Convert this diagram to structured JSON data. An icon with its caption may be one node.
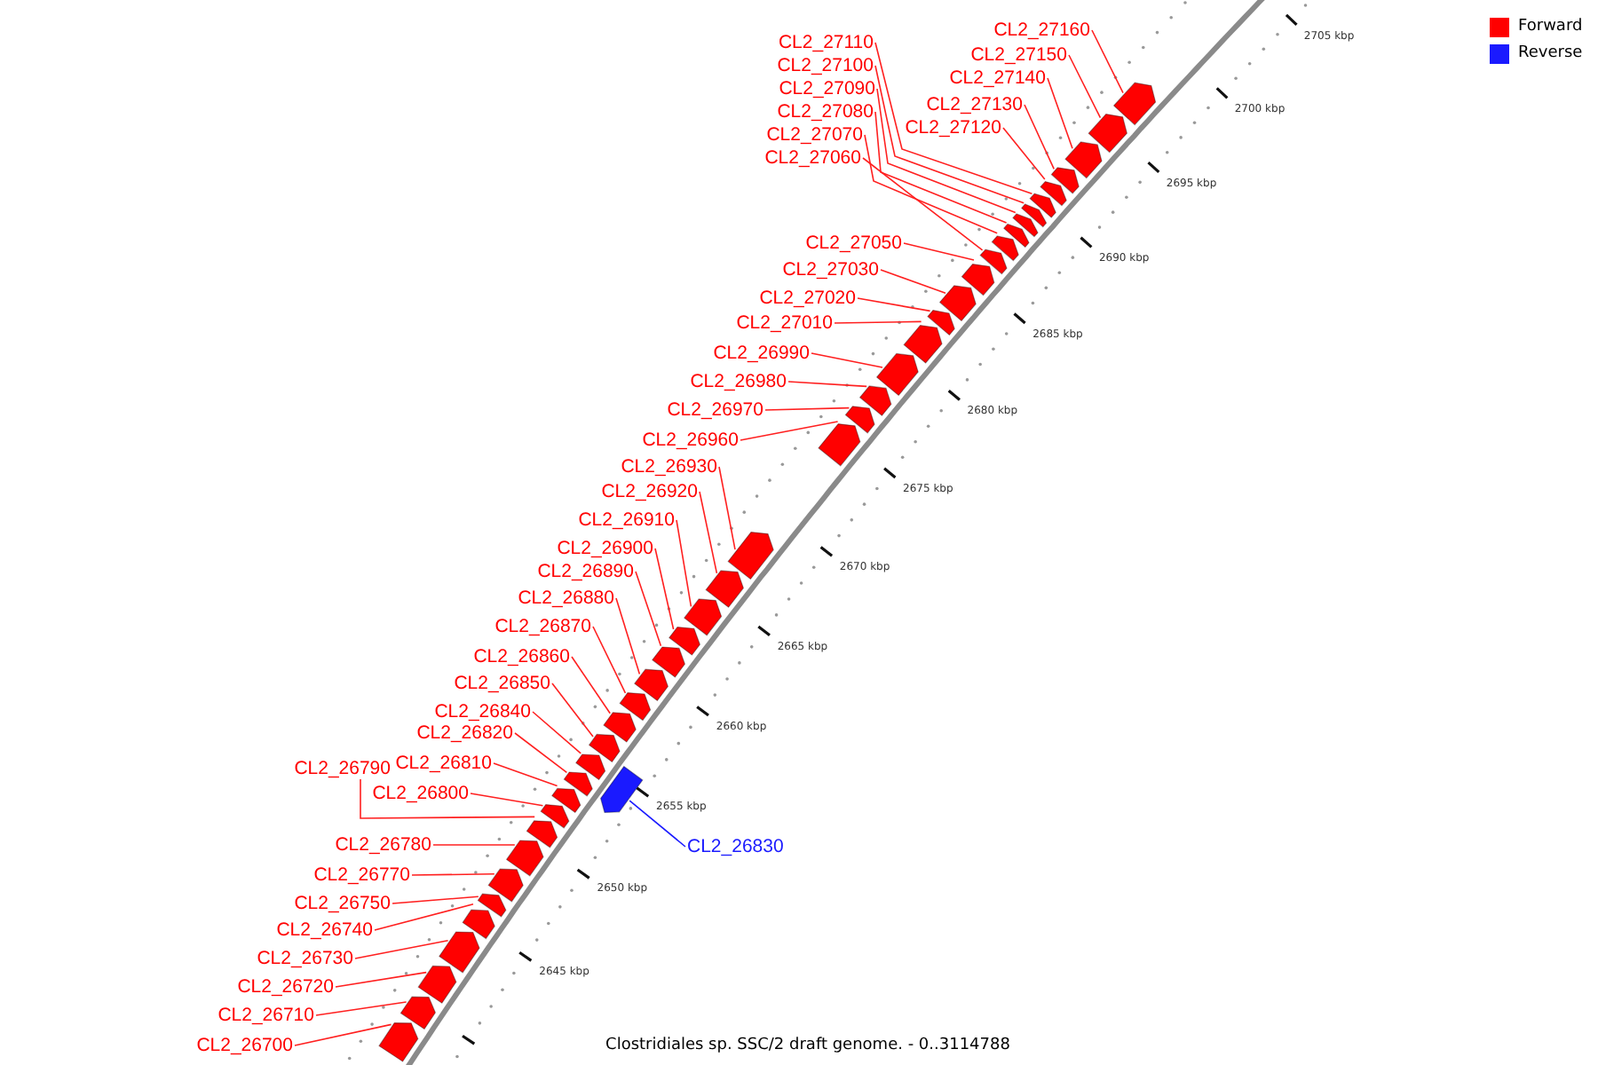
{
  "diagram": {
    "caption": "Clostridiales sp. SSC/2 draft genome. - 0..3114788",
    "nodes": [
      {
        "text": [
          "CL2_27160"
        ]
      },
      {
        "text": [
          "CL2_27110"
        ]
      },
      {
        "text": [
          "CL2_27150"
        ]
      },
      {
        "text": [
          "CL2_27100"
        ]
      },
      {
        "text": [
          "CL2_27140"
        ]
      },
      {
        "text": [
          "CL2_27090"
        ]
      },
      {
        "text": [
          "CL2_27130"
        ]
      },
      {
        "text": [
          "CL2_27080"
        ]
      },
      {
        "text": [
          "CL2_27120"
        ]
      },
      {
        "text": [
          "CL2_27070"
        ]
      },
      {
        "text": [
          "CL2_27060"
        ]
      },
      {
        "text": [
          "CL2_27050"
        ]
      },
      {
        "text": [
          "CL2_27030"
        ]
      },
      {
        "text": [
          "CL2_27020"
        ]
      },
      {
        "text": [
          "CL2_27010"
        ]
      },
      {
        "text": [
          "CL2_26990"
        ]
      },
      {
        "text": [
          "CL2_26980"
        ]
      },
      {
        "text": [
          "CL2_26970"
        ]
      },
      {
        "text": [
          "CL2_26960"
        ]
      },
      {
        "text": [
          "CL2_26930"
        ]
      },
      {
        "text": [
          "CL2_26920"
        ]
      },
      {
        "text": [
          "CL2_26910"
        ]
      },
      {
        "text": [
          "CL2_26900"
        ]
      },
      {
        "text": [
          "CL2_26890"
        ]
      },
      {
        "text": [
          "CL2_26880"
        ]
      },
      {
        "text": [
          "CL2_26870"
        ]
      },
      {
        "text": [
          "CL2_26860"
        ]
      },
      {
        "text": [
          "CL2_26850"
        ]
      },
      {
        "text": [
          "CL2_26840"
        ]
      },
      {
        "text": [
          "CL2_26820"
        ]
      },
      {
        "text": [
          "CL2_26790"
        ]
      },
      {
        "text": [
          "CL2_26810"
        ]
      },
      {
        "text": [
          "CL2_26800"
        ]
      },
      {
        "text": [
          "CL2_26830"
        ]
      },
      {
        "text": [
          "CL2_26780"
        ]
      },
      {
        "text": [
          "CL2_26770"
        ]
      },
      {
        "text": [
          "CL2_26750"
        ]
      },
      {
        "text": [
          "CL2_26740"
        ]
      },
      {
        "text": [
          "CL2_26730"
        ]
      },
      {
        "text": [
          "CL2_26720"
        ]
      },
      {
        "text": [
          "CL2_26710"
        ]
      },
      {
        "text": [
          "CL2_26700"
        ]
      },
      {
        "text": [],
        "shape": "box"
      },
      {
        "text": [],
        "shape": "box"
      },
      {
        "text": [],
        "shape": "box"
      },
      {
        "text": [],
        "shape": "box"
      },
      {
        "text": [],
        "shape": "box"
      },
      {
        "text": [],
        "shape": "box"
      },
      {
        "text": [],
        "shape": "box"
      },
      {
        "text": [],
        "shape": "box"
      },
      {
        "text": [],
        "shape": "box"
      },
      {
        "text": [],
        "shape": "box"
      },
      {
        "text": [],
        "shape": "box"
      },
      {
        "text": [],
        "shape": "box"
      },
      {
        "text": [],
        "shape": "box"
      },
      {
        "text": [],
        "shape": "box"
      },
      {
        "text": [],
        "shape": "box"
      },
      {
        "text": [],
        "shape": "box"
      },
      {
        "text": [],
        "shape": "box"
      },
      {
        "text": [],
        "shape": "box"
      },
      {
        "text": [],
        "shape": "box"
      },
      {
        "text": [],
        "shape": "box"
      },
      {
        "text": [],
        "shape": "box"
      },
      {
        "text": [],
        "shape": "box"
      },
      {
        "text": [],
        "shape": "box"
      },
      {
        "text": [],
        "shape": "box"
      },
      {
        "text": [],
        "shape": "box"
      },
      {
        "text": [],
        "shape": "box"
      },
      {
        "text": [],
        "shape": "box"
      },
      {
        "text": [],
        "shape": "box"
      },
      {
        "text": [],
        "shape": "box"
      },
      {
        "text": [],
        "shape": "box"
      },
      {
        "text": [],
        "shape": "box"
      },
      {
        "text": [],
        "shape": "box"
      },
      {
        "text": [],
        "shape": "box"
      },
      {
        "text": [],
        "shape": "box"
      },
      {
        "text": [],
        "shape": "box"
      },
      {
        "text": [],
        "shape": "box"
      },
      {
        "text": [],
        "shape": "box"
      },
      {
        "text": [],
        "shape": "box"
      },
      {
        "text": [],
        "shape": "box"
      },
      {
        "text": [],
        "shape": "box"
      },
      {
        "text": [],
        "shape": "box"
      },
      {
        "text": [],
        "shape": "box"
      }
    ],
    "edges": [
      {
        "from": 0,
        "to": 42,
        "arrow": "none"
      },
      {
        "from": 1,
        "to": 43,
        "arrow": "none"
      },
      {
        "from": 2,
        "to": 44,
        "arrow": "none"
      },
      {
        "from": 3,
        "to": 45,
        "arrow": "none"
      },
      {
        "from": 4,
        "to": 46,
        "arrow": "none"
      },
      {
        "from": 5,
        "to": 47,
        "arrow": "none"
      },
      {
        "from": 6,
        "to": 48,
        "arrow": "none"
      },
      {
        "from": 7,
        "to": 49,
        "arrow": "none"
      },
      {
        "from": 8,
        "to": 50,
        "arrow": "none"
      },
      {
        "from": 9,
        "to": 51,
        "arrow": "none"
      },
      {
        "from": 10,
        "to": 52,
        "arrow": "none"
      },
      {
        "from": 11,
        "to": 53,
        "arrow": "none"
      },
      {
        "from": 12,
        "to": 54,
        "arrow": "none"
      },
      {
        "from": 13,
        "to": 55,
        "arrow": "none"
      },
      {
        "from": 14,
        "to": 56,
        "arrow": "none"
      },
      {
        "from": 15,
        "to": 57,
        "arrow": "none"
      },
      {
        "from": 16,
        "to": 58,
        "arrow": "none"
      },
      {
        "from": 17,
        "to": 59,
        "arrow": "none"
      },
      {
        "from": 18,
        "to": 60,
        "arrow": "none"
      },
      {
        "from": 19,
        "to": 61,
        "arrow": "none"
      },
      {
        "from": 20,
        "to": 62,
        "arrow": "none"
      },
      {
        "from": 21,
        "to": 63,
        "arrow": "none"
      },
      {
        "from": 22,
        "to": 64,
        "arrow": "none"
      },
      {
        "from": 23,
        "to": 65,
        "arrow": "none"
      },
      {
        "from": 24,
        "to": 66,
        "arrow": "none"
      },
      {
        "from": 25,
        "to": 67,
        "arrow": "none"
      },
      {
        "from": 26,
        "to": 68,
        "arrow": "none"
      },
      {
        "from": 27,
        "to": 69,
        "arrow": "none"
      },
      {
        "from": 28,
        "to": 70,
        "arrow": "none"
      },
      {
        "from": 29,
        "to": 71,
        "arrow": "none"
      },
      {
        "from": 30,
        "to": 72,
        "arrow": "none"
      },
      {
        "from": 31,
        "to": 73,
        "arrow": "none"
      },
      {
        "from": 32,
        "to": 74,
        "arrow": "none"
      },
      {
        "from": 33,
        "to": 75,
        "arrow": "none",
        "color": "#1a1aff"
      },
      {
        "from": 34,
        "to": 76,
        "arrow": "none"
      },
      {
        "from": 35,
        "to": 77,
        "arrow": "none"
      },
      {
        "from": 36,
        "to": 78,
        "arrow": "none"
      },
      {
        "from": 37,
        "to": 79,
        "arrow": "none"
      },
      {
        "from": 38,
        "to": 80,
        "arrow": "none"
      },
      {
        "from": 39,
        "to": 81,
        "arrow": "none"
      },
      {
        "from": 40,
        "to": 82,
        "arrow": "none"
      },
      {
        "from": 41,
        "to": 83,
        "arrow": "none"
      }
    ],
    "labels": [
      "2705 kbp",
      "2700 kbp",
      "2695 kbp",
      "2690 kbp",
      "2685 kbp",
      "2680 kbp",
      "2675 kbp",
      "2670 kbp",
      "2665 kbp",
      "2660 kbp",
      "2655 kbp",
      "2650 kbp",
      "2645 kbp"
    ],
    "legend": [
      {
        "text": "Forward",
        "color": "#ff0000"
      },
      {
        "text": "Reverse",
        "color": "#1a1aff"
      }
    ]
  }
}
